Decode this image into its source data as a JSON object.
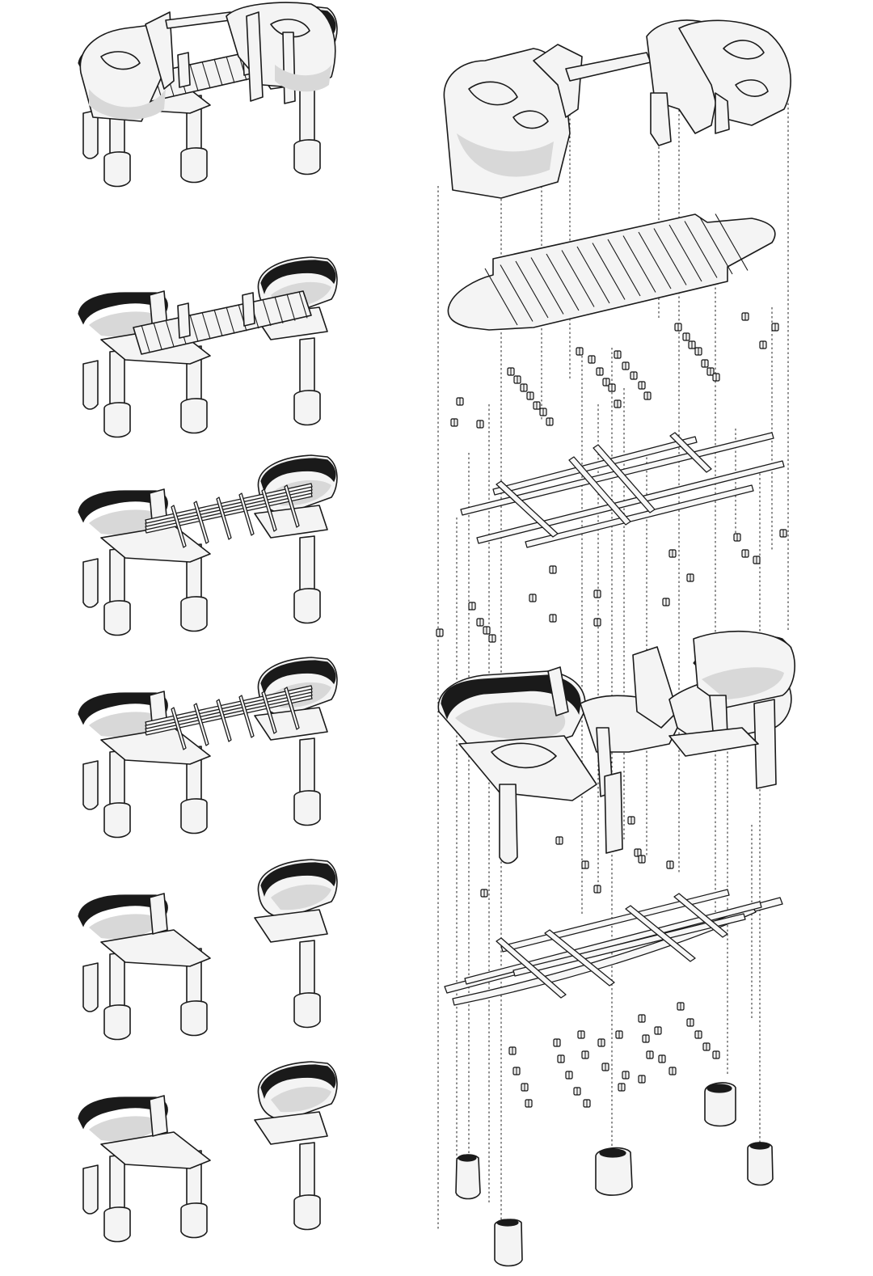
{
  "diagram": {
    "kind": "exploded-axonometric-architecture",
    "background_color": "#ffffff",
    "line_color": "#1a1a1a",
    "fill_color": "#f4f4f4",
    "sequence_stages": [
      {
        "id": "stage-1",
        "has_canopy": true,
        "has_deck": true,
        "has_grid": false,
        "has_frame": true
      },
      {
        "id": "stage-2",
        "has_canopy": false,
        "has_deck": true,
        "has_grid": false,
        "has_frame": true
      },
      {
        "id": "stage-3",
        "has_canopy": false,
        "has_deck": false,
        "has_grid": true,
        "has_frame": true
      },
      {
        "id": "stage-4",
        "has_canopy": false,
        "has_deck": false,
        "has_grid": true,
        "has_frame": true
      },
      {
        "id": "stage-5",
        "has_canopy": false,
        "has_deck": false,
        "has_grid": false,
        "has_frame": true
      },
      {
        "id": "stage-6",
        "has_canopy": false,
        "has_deck": false,
        "has_grid": false,
        "has_frame": true
      }
    ],
    "exploded_layers": [
      {
        "id": "canopy-shell"
      },
      {
        "id": "deck-planking"
      },
      {
        "id": "deck-connectors"
      },
      {
        "id": "upper-beam-grid"
      },
      {
        "id": "grid-connectors"
      },
      {
        "id": "primary-frame"
      },
      {
        "id": "frame-connectors"
      },
      {
        "id": "lower-beam-grid"
      },
      {
        "id": "foundation-connectors"
      },
      {
        "id": "footings"
      }
    ]
  }
}
